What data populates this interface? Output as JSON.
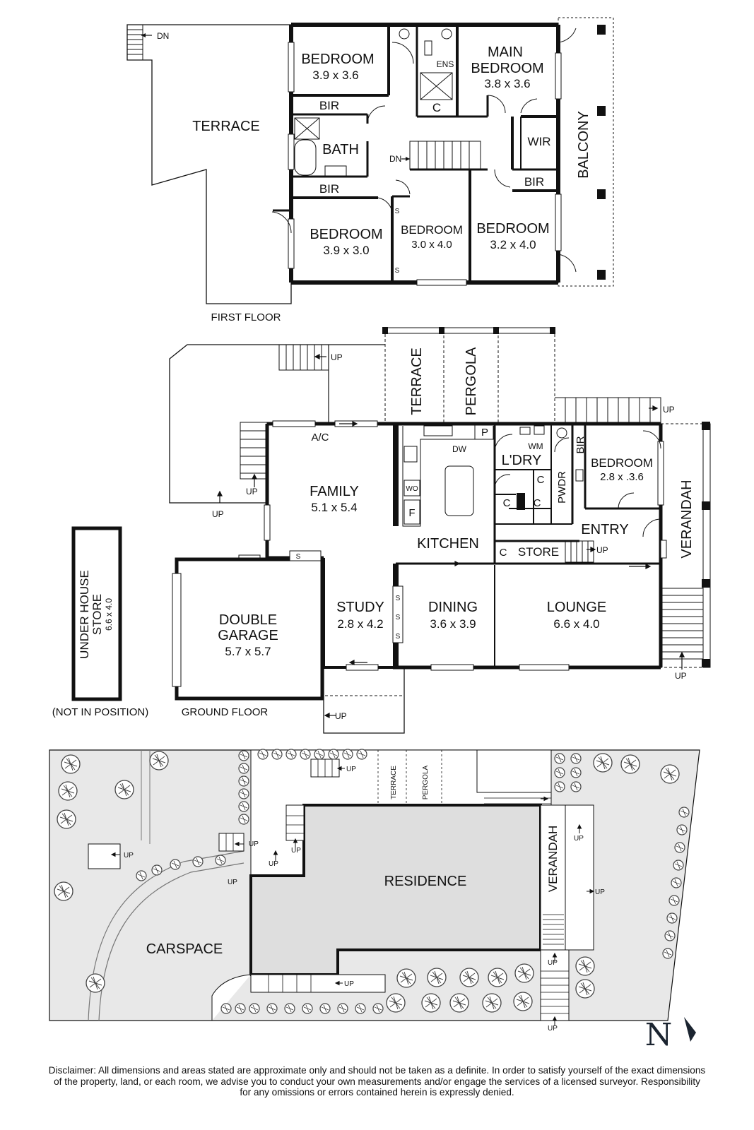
{
  "first_floor": {
    "caption": "FIRST FLOOR",
    "rooms": {
      "terrace": "TERRACE",
      "bedroom_nw": {
        "name": "BEDROOM",
        "size": "3.9 x 3.6"
      },
      "main_bedroom": {
        "name1": "MAIN",
        "name2": "BEDROOM",
        "size": "3.8 x 3.6"
      },
      "ens": "ENS",
      "c": "C",
      "bir_upper": "BIR",
      "bath": "BATH",
      "bir_lower": "BIR",
      "wir": "WIR",
      "bir_east": "BIR",
      "balcony": "BALCONY",
      "bedroom_sw": {
        "name": "BEDROOM",
        "size": "3.9 x 3.0"
      },
      "bedroom_mid": {
        "name": "BEDROOM",
        "size": "3.0 x 4.0"
      },
      "bedroom_se": {
        "name": "BEDROOM",
        "size": "3.2 x 4.0"
      },
      "s1": "S",
      "s2": "S"
    },
    "stair_labels": {
      "dn_terrace": "DN",
      "dn_hall": "DN"
    }
  },
  "ground_floor": {
    "caption": "GROUND FLOOR",
    "rooms": {
      "terrace": "TERRACE",
      "pergola": "PERGOLA",
      "family": {
        "name": "FAMILY",
        "size": "5.1 x 5.4"
      },
      "ac": "A/C",
      "dw": "DW",
      "p": "P",
      "wo": "WO",
      "f": "F",
      "kitchen": "KITCHEN",
      "ldry": "L'DRY",
      "wm": "WM",
      "c1": "C",
      "c2": "C",
      "c3": "C",
      "pwdr": "PWDR",
      "bir": "BIR",
      "bedroom": {
        "name": "BEDROOM",
        "size": "2.8 x .3.6"
      },
      "entry": "ENTRY",
      "store": "STORE",
      "c_store": "C",
      "verandah": "VERANDAH",
      "double_garage": {
        "name1": "DOUBLE",
        "name2": "GARAGE",
        "size": "5.7 x 5.7"
      },
      "s_garage": "S",
      "study": {
        "name": "STUDY",
        "size": "2.8 x 4.2"
      },
      "s_study": [
        "S",
        "S",
        "S"
      ],
      "dining": {
        "name": "DINING",
        "size": "3.6 x 3.9"
      },
      "lounge": {
        "name": "LOUNGE",
        "size": "6.6 x 4.0"
      }
    },
    "under_house_store": {
      "line1": "UNDER HOUSE",
      "line2": "STORE",
      "size": "6.6 x 4.0",
      "note": "(NOT IN POSITION)"
    },
    "stair_labels": {
      "up_top": "UP",
      "up_left": "UP",
      "up_left2": "UP",
      "up_east": "UP",
      "up_entry": "UP",
      "up_lounge": "UP",
      "up_study": "UP"
    }
  },
  "site_plan": {
    "residence": "RESIDENCE",
    "carspace": "CARSPACE",
    "terrace": "TERRACE",
    "pergola": "PERGOLA",
    "verandah": "VERANDAH",
    "up_labels": [
      "UP",
      "UP",
      "UP",
      "UP",
      "UP",
      "UP",
      "UP",
      "UP",
      "UP",
      "UP",
      "UP"
    ],
    "north": "N"
  },
  "disclaimer": {
    "line1": "Disclaimer: All dimensions and areas stated are approximate only and should not be taken as a definite. In order to satisfy yourself of the exact dimensions",
    "line2": "of the property, land, or each room, we advise you to conduct your own measurements and/or engage the services of a licensed surveyor. Responsibility",
    "line3": "for any omissions or errors contained herein is expressly denied."
  },
  "colors": {
    "wall": "#111111",
    "site_fill": "#e8e8e8",
    "residence_fill": "#e0e0e0",
    "tree": "#555555"
  }
}
